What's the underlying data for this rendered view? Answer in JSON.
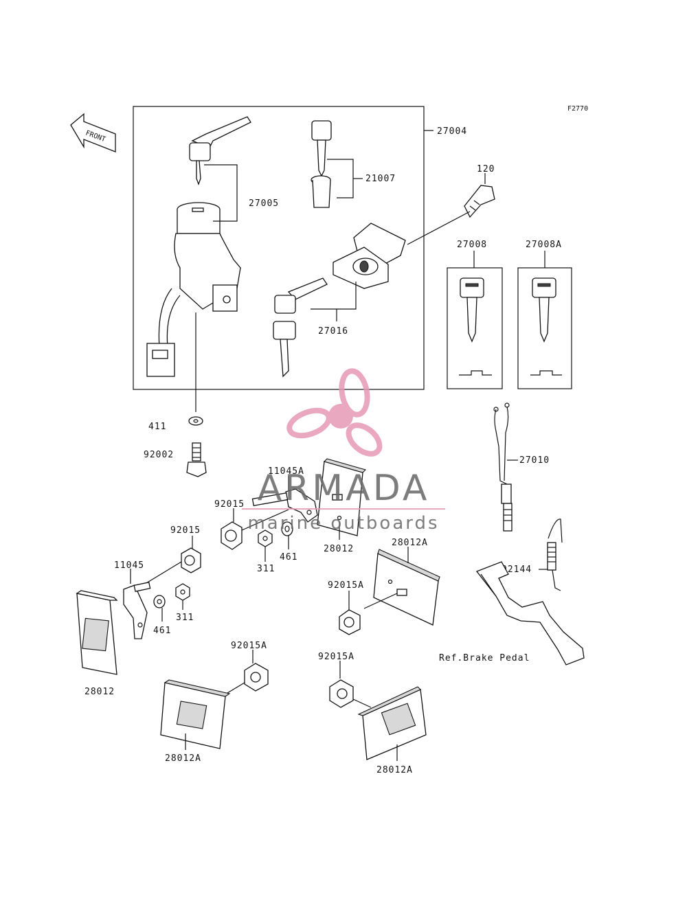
{
  "figure_code": "F2770",
  "front_indicator": "FRONT",
  "parts": {
    "p27004": "27004",
    "p27005": "27005",
    "p21007": "21007",
    "p27016": "27016",
    "p120": "120",
    "p27008": "27008",
    "p27008A": "27008A",
    "p411": "411",
    "p92002": "92002",
    "p27010": "27010",
    "p11045A": "11045A",
    "p92015_a": "92015",
    "p92015_b": "92015",
    "p311_a": "311",
    "p461_a": "461",
    "p28012_a": "28012",
    "p28012A_a": "28012A",
    "p92144": "92144",
    "p11045": "11045",
    "p92015A_a": "92015A",
    "p461_b": "461",
    "p311_b": "311",
    "ref_brake": "Ref.Brake Pedal",
    "p28012_b": "28012",
    "p92015A_b": "92015A",
    "p92015A_c": "92015A",
    "p28012A_b": "28012A",
    "p28012A_c": "28012A"
  },
  "watermark": {
    "brand": "ARMADA",
    "tagline": "marine outboards",
    "color": "#e79ab6"
  }
}
